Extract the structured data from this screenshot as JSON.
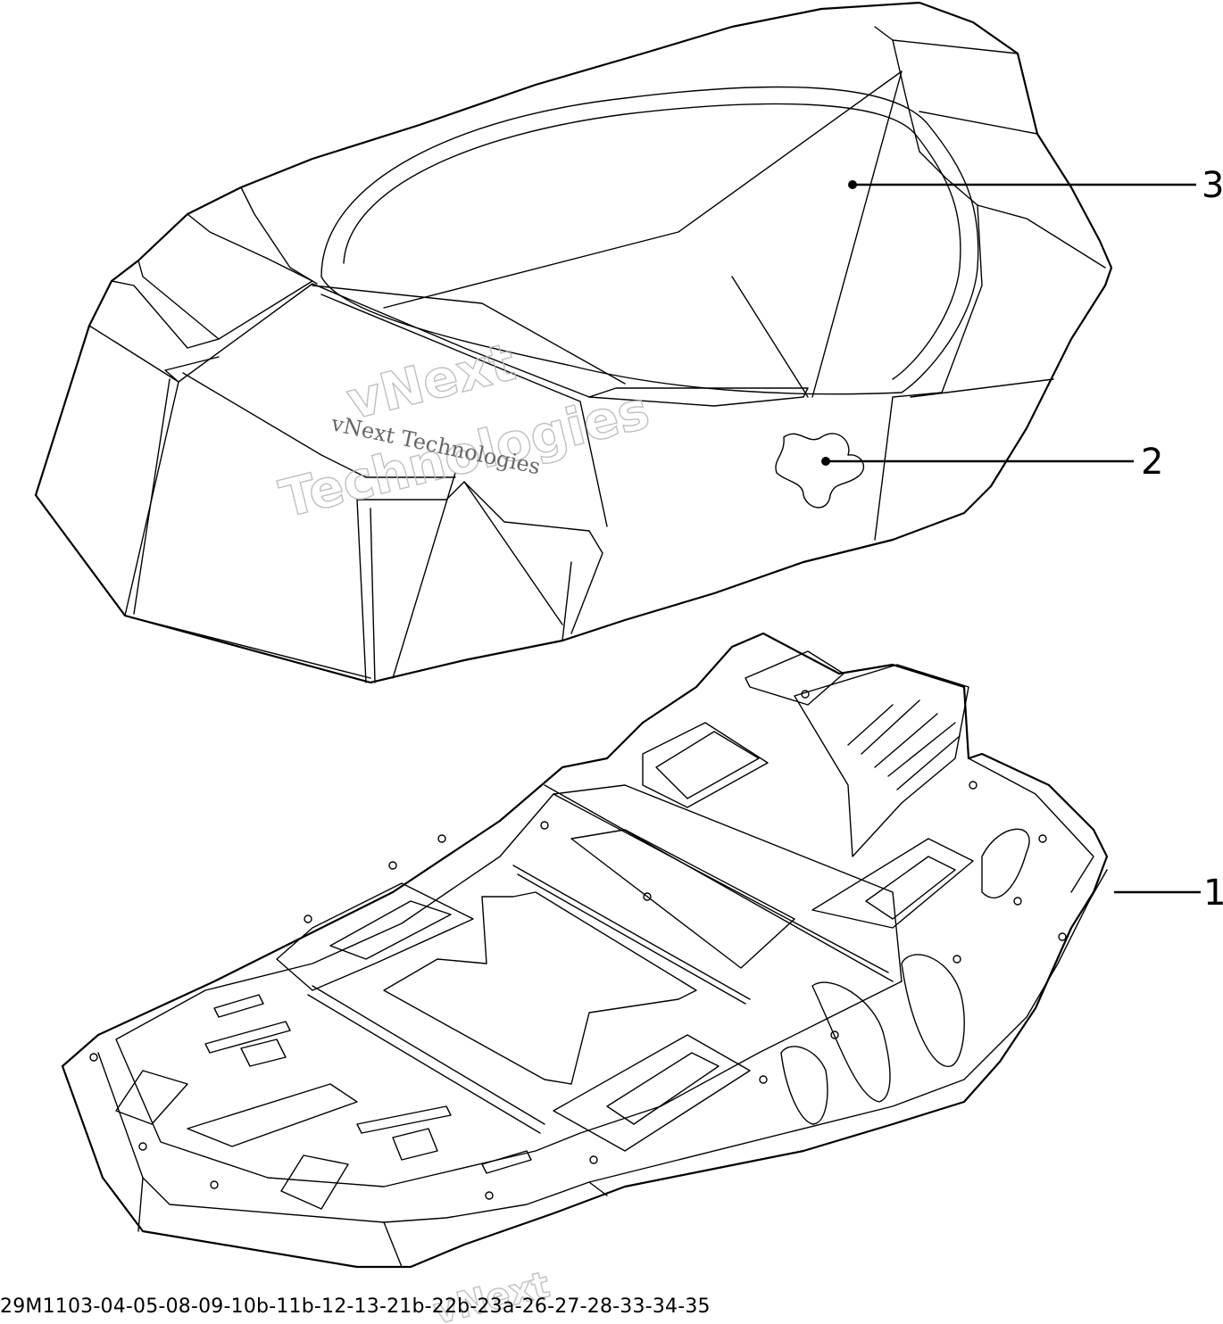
{
  "callouts": [
    {
      "label": "3"
    },
    {
      "label": "2"
    },
    {
      "label": "1"
    }
  ],
  "watermark": {
    "line1": "vNext",
    "line2": "Technologies",
    "small": "vNext Technologies",
    "footer_mark": "vNext"
  },
  "footer": {
    "code": "29M1103-04-05-08-09-10b-11b-12-13-21b-22b-23a-26-27-28-33-34-35"
  }
}
